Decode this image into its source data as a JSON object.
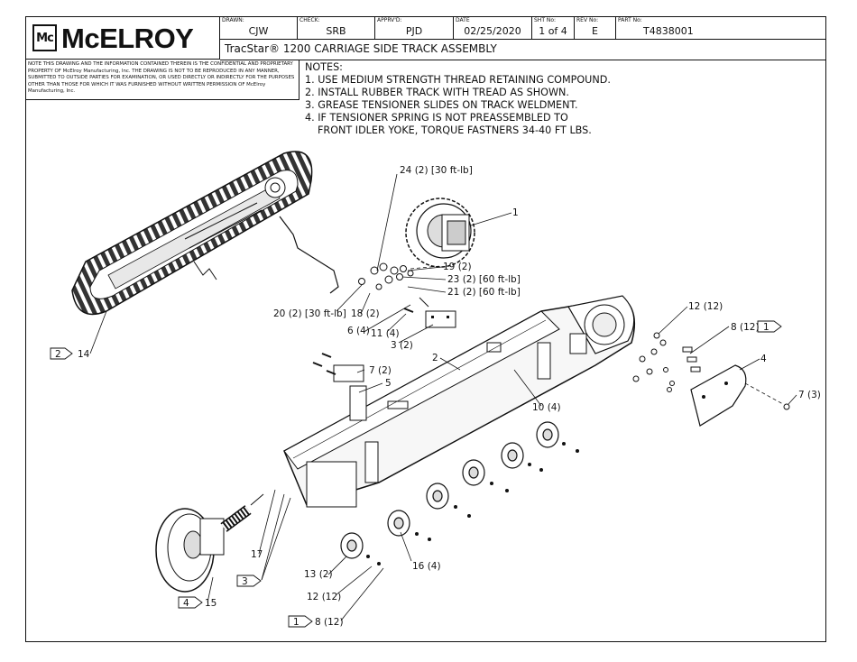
{
  "company": {
    "logo_mark": "Mc",
    "name": "McELROY"
  },
  "title_block": {
    "fields": [
      {
        "label": "DRAWN:",
        "value": "CJW"
      },
      {
        "label": "CHECK:",
        "value": "SRB"
      },
      {
        "label": "APPRV'D:",
        "value": "PJD"
      },
      {
        "label": "DATE",
        "value": "02/25/2020"
      },
      {
        "label": "SHT No:",
        "value": "1 of 4"
      },
      {
        "label": "REV No:",
        "value": "E"
      },
      {
        "label": "PART No:",
        "value": "T4838001"
      }
    ],
    "title": "TracStar® 1200 CARRIAGE SIDE TRACK ASSEMBLY"
  },
  "confidential_notice": "NOTE THIS DRAWING AND THE INFORMATION CONTAINED THEREIN IS THE CONFIDENTIAL AND PROPRIETARY PROPERTY OF McElroy Manufacturing, Inc. THE DRAWING IS NOT TO BE REPRODUCED IN ANY MANNER, SUBMITTED TO OUTSIDE PARTIES FOR EXAMINATION, OR USED DIRECTLY OR INDIRECTLY FOR THE PURPOSES OTHER THAN THOSE FOR WHICH IT WAS FURNISHED WITHOUT WRITTEN PERMISSION OF McElroy Manufacturing, Inc.",
  "notes": {
    "heading": "NOTES:",
    "items": [
      "1. USE MEDIUM STRENGTH THREAD RETAINING COMPOUND.",
      "2. INSTALL RUBBER TRACK WITH TREAD AS SHOWN.",
      "3. GREASE TENSIONER SLIDES ON TRACK WELDMENT.",
      "4. IF TENSIONER SPRING IS NOT PREASSEMBLED TO",
      "FRONT IDLER YOKE, TORQUE FASTNERS 34-40 FT LBS."
    ]
  },
  "callouts": {
    "c24": "24 (2) [30 ft-lb]",
    "c1": "1",
    "c19": "19 (2)",
    "c23": "23 (2) [60 ft-lb]",
    "c21": "21 (2) [60 ft-lb]",
    "c20": "20 (2) [30 ft-lb]",
    "c18": "18 (2)",
    "c11": "11 (4)",
    "c6": "6 (4)",
    "c3": "3 (2)",
    "c14": "14",
    "c2": "2",
    "c12a": "12 (12)",
    "c8a": "8 (12)",
    "c4": "4",
    "c7a": "7 (3)",
    "c7b": "7 (2)",
    "c5": "5",
    "c10": "10 (4)",
    "c17": "17",
    "c15": "15",
    "c13": "13 (2)",
    "c12b": "12 (12)",
    "c8b": "8 (12)",
    "c16": "16 (4)"
  },
  "flags": {
    "f14": "2",
    "f8a": "1",
    "f17": "3",
    "f15": "4",
    "f8b": "1"
  }
}
